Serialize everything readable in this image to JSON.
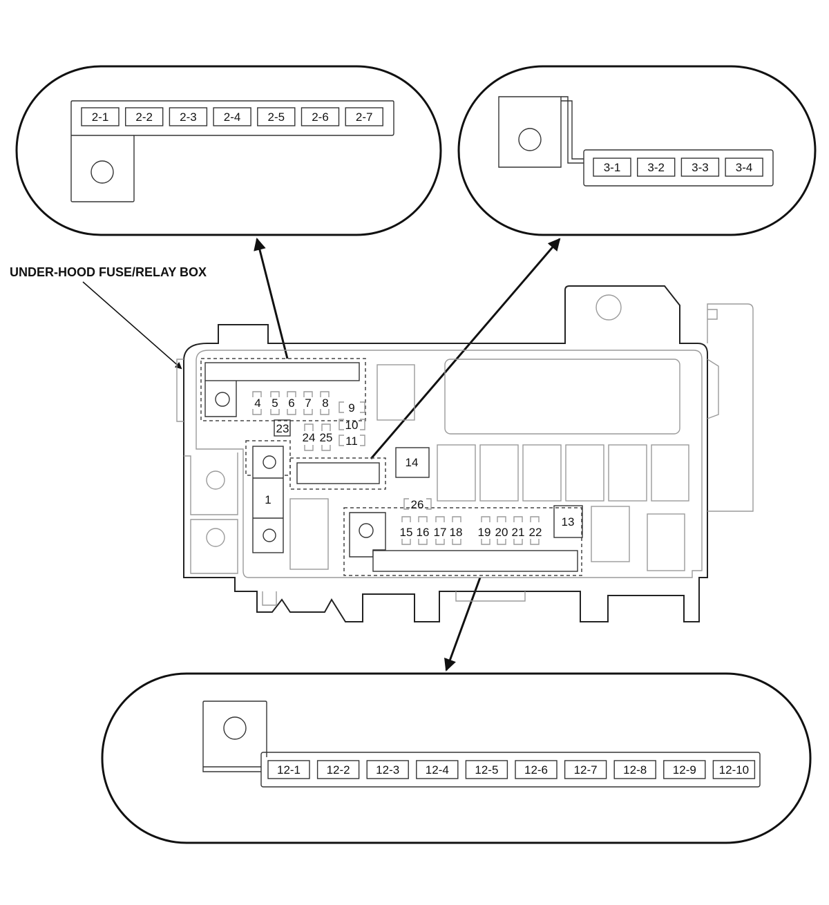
{
  "title": "UNDER-HOOD FUSE/RELAY BOX",
  "detail_2": [
    "2-1",
    "2-2",
    "2-3",
    "2-4",
    "2-5",
    "2-6",
    "2-7"
  ],
  "detail_3": [
    "3-1",
    "3-2",
    "3-3",
    "3-4"
  ],
  "detail_12": [
    "12-1",
    "12-2",
    "12-3",
    "12-4",
    "12-5",
    "12-6",
    "12-7",
    "12-8",
    "12-9",
    "12-10"
  ],
  "fuses": {
    "f1": "1",
    "f4": "4",
    "f5": "5",
    "f6": "6",
    "f7": "7",
    "f8": "8",
    "f9": "9",
    "f10": "10",
    "f11": "11",
    "f13": "13",
    "f14": "14",
    "f15": "15",
    "f16": "16",
    "f17": "17",
    "f18": "18",
    "f19": "19",
    "f20": "20",
    "f21": "21",
    "f22": "22",
    "f23": "23",
    "f24": "24",
    "f25": "25",
    "f26": "26"
  }
}
